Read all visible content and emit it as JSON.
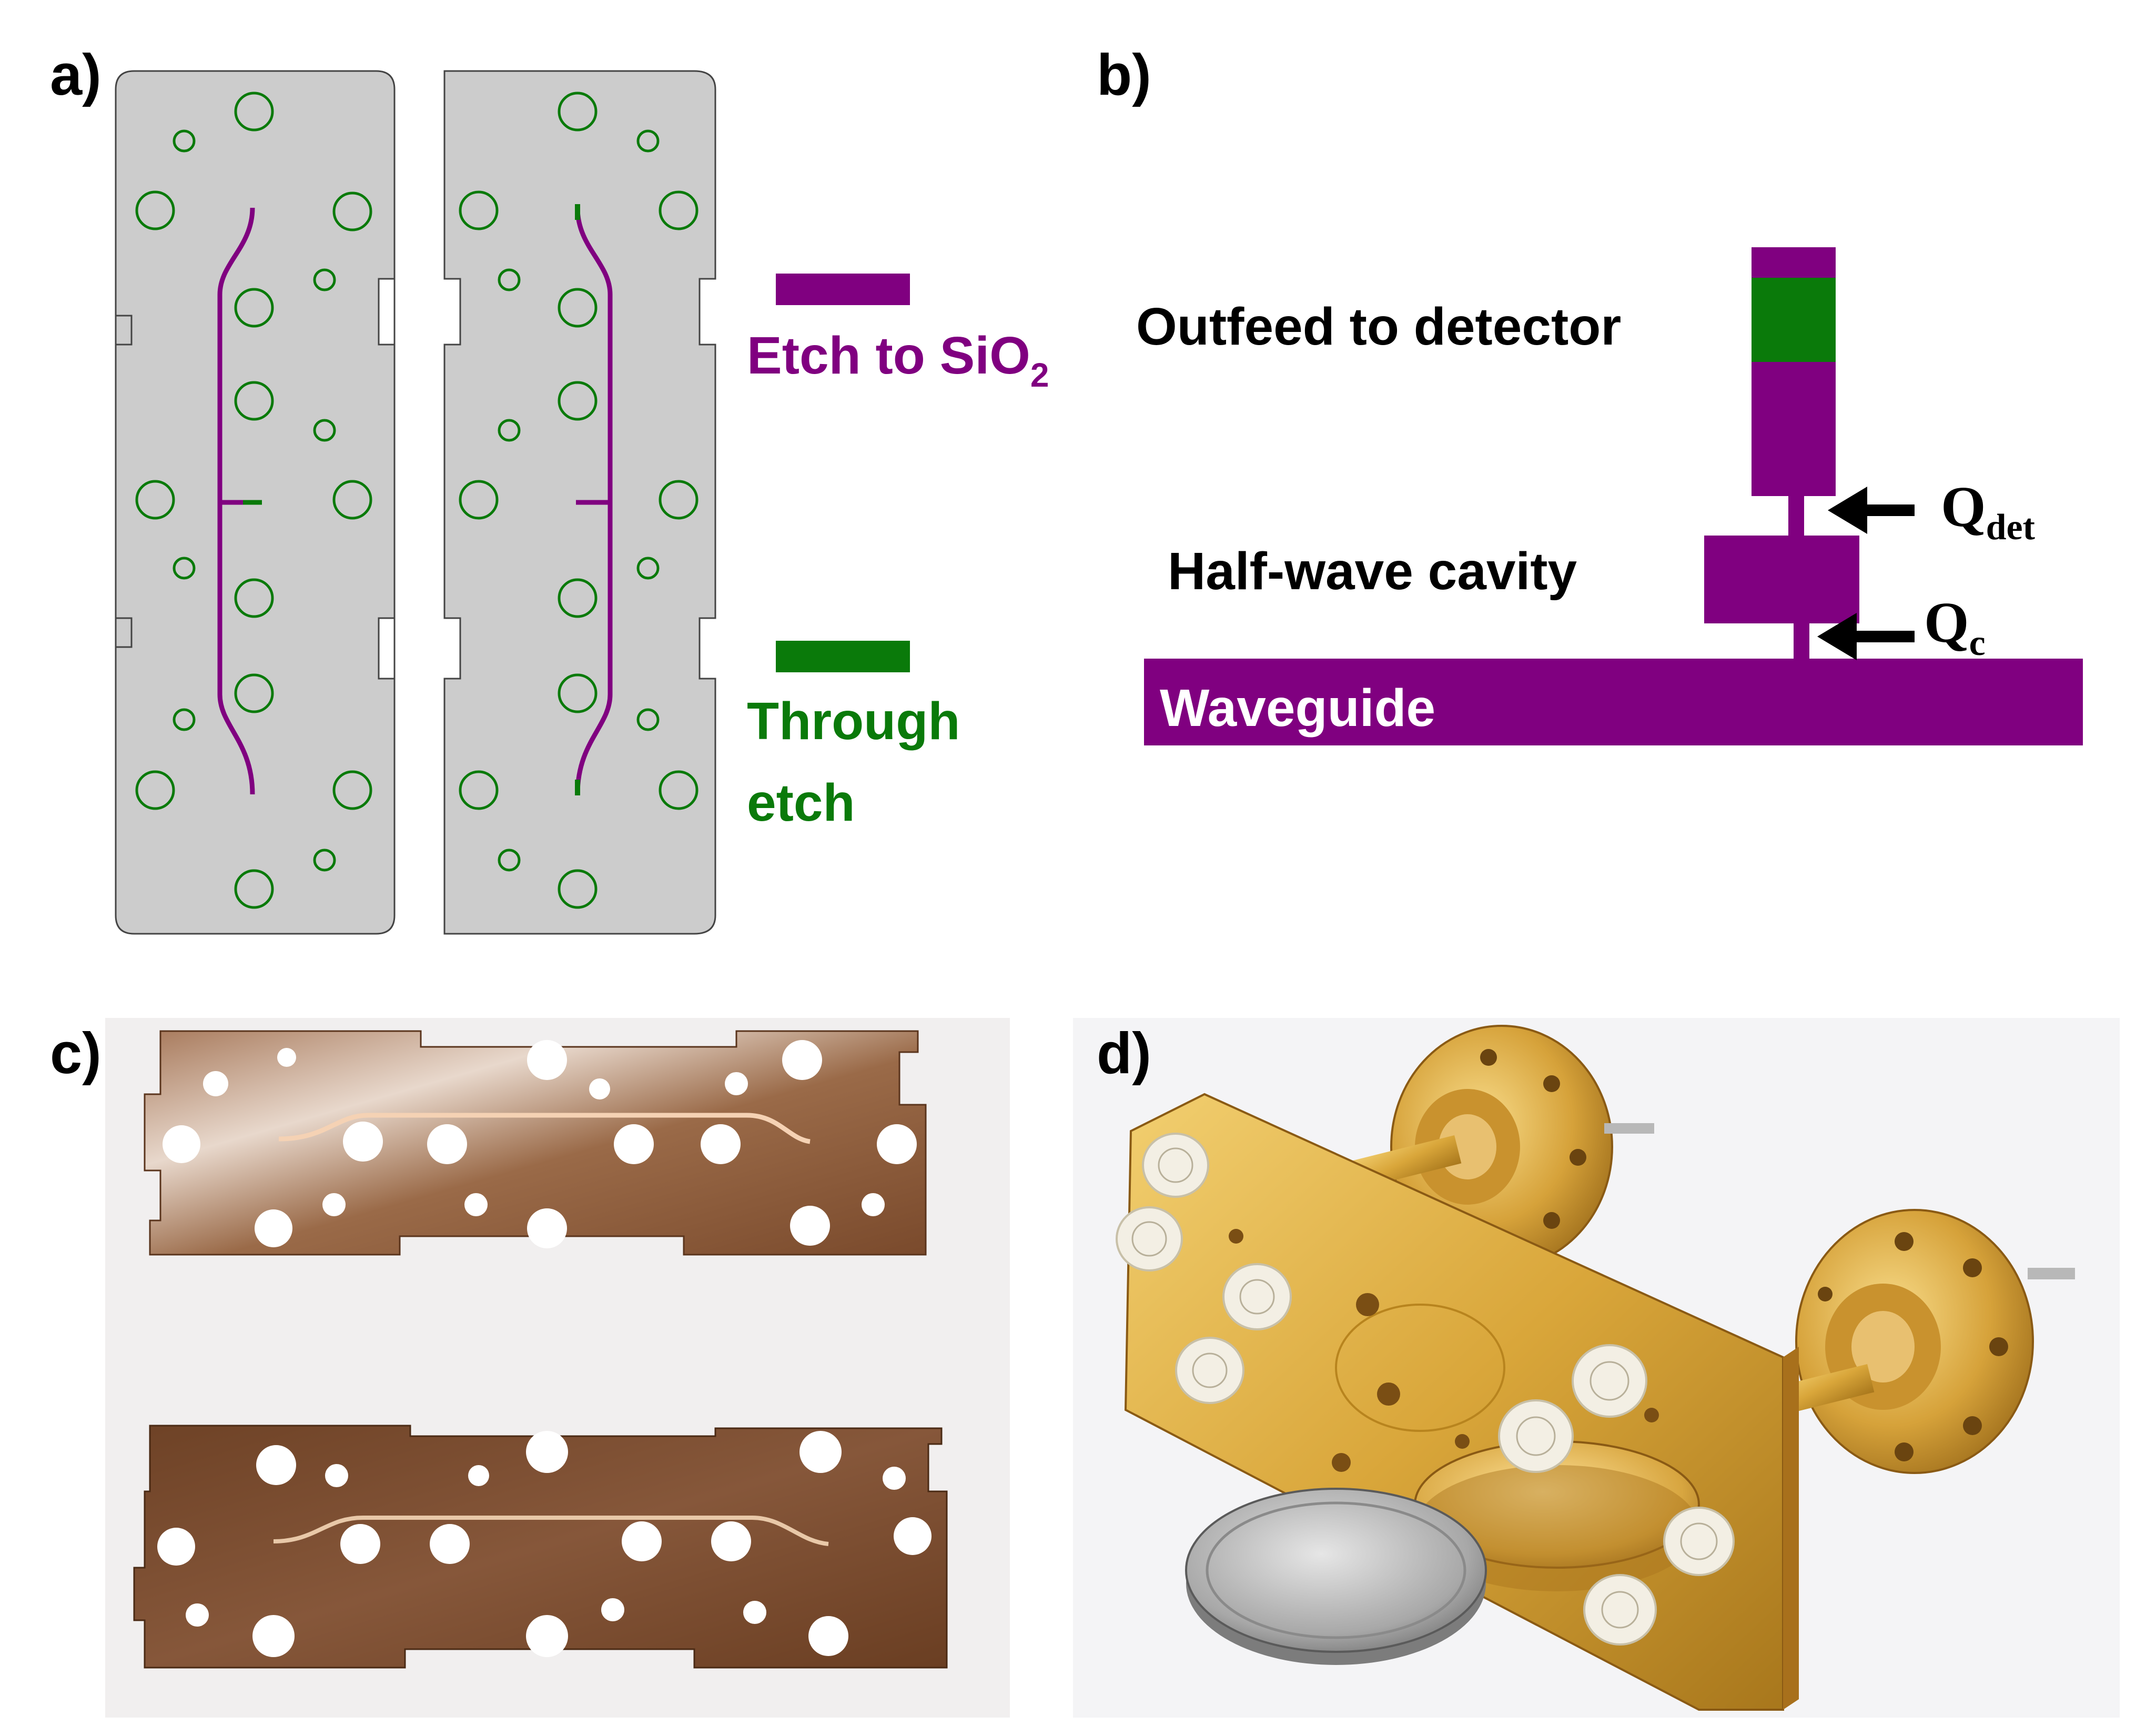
{
  "panels": {
    "a": {
      "label": "a)",
      "legend": {
        "etch_to_sio2": {
          "text": "Etch to SiO",
          "subscript": "2",
          "color": "#800080"
        },
        "through_etch": {
          "line1": "Through",
          "line2": "etch",
          "color": "#0a7a0a"
        }
      }
    },
    "b": {
      "label": "b)",
      "outfeed_label": "Outfeed to detector",
      "cavity_label": "Half-wave cavity",
      "waveguide_label": "Waveguide",
      "q_det": {
        "main": "Q",
        "sub": "det"
      },
      "q_c": {
        "main": "Q",
        "sub": "c"
      }
    },
    "c": {
      "label": "c)"
    },
    "d": {
      "label": "d)"
    }
  },
  "colors": {
    "etch_purple": "#800080",
    "through_green": "#0a7a0a",
    "plate_gray": "#cccccc",
    "copper": "#8a5a3a",
    "gold": "#d9a63a"
  }
}
